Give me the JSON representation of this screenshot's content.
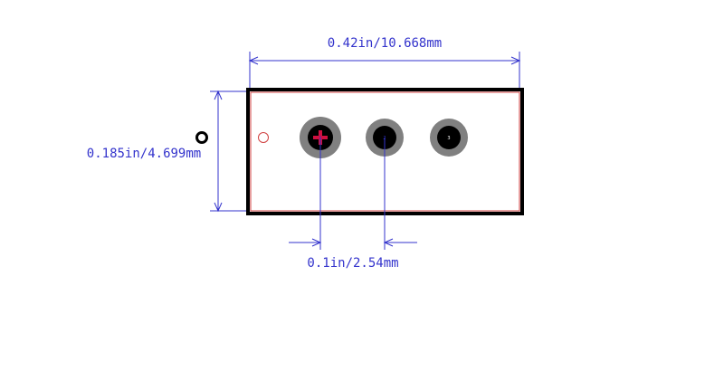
{
  "colors": {
    "dimension": "#3333cc",
    "outline": "#000000",
    "courtyard": "#d04040",
    "pad_ring": "#808080",
    "pad_hole": "#000000",
    "pin1_marker": "#d01040",
    "background": "#ffffff"
  },
  "dimensions": {
    "width": "0.42in/10.668mm",
    "height": "0.185in/4.699mm",
    "pitch": "0.1in/2.54mm"
  },
  "pads": [
    {
      "number": "1"
    },
    {
      "number": "2"
    },
    {
      "number": "3"
    }
  ]
}
